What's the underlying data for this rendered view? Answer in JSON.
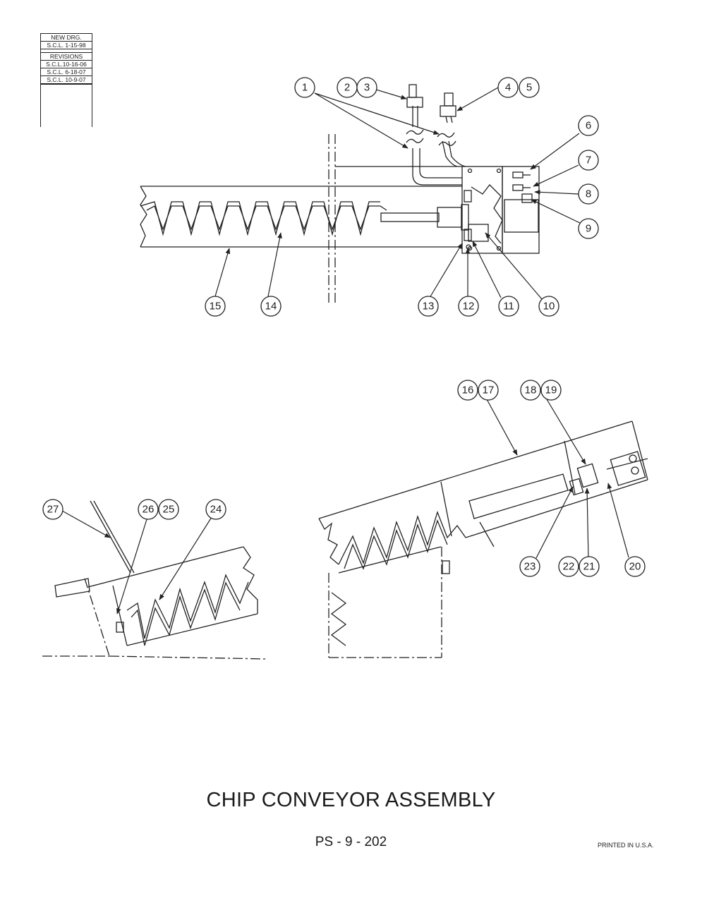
{
  "revision_block": {
    "new_drg_label": "NEW DRG.",
    "new_drg_date": "S.C.L. 1-15-98",
    "revisions_label": "REVISIONS",
    "rev_1": "S.C.L.10-16-06",
    "rev_2": "S.C.L. 6-18-07",
    "rev_3": "S.C.L. 10-9-07"
  },
  "callouts": {
    "c1": "1",
    "c2": "2",
    "c3": "3",
    "c4": "4",
    "c5": "5",
    "c6": "6",
    "c7": "7",
    "c8": "8",
    "c9": "9",
    "c10": "10",
    "c11": "11",
    "c12": "12",
    "c13": "13",
    "c14": "14",
    "c15": "15",
    "c16": "16",
    "c17": "17",
    "c18": "18",
    "c19": "19",
    "c20": "20",
    "c21": "21",
    "c22": "22",
    "c23": "23",
    "c24": "24",
    "c25": "25",
    "c26": "26",
    "c27": "27"
  },
  "title": "CHIP CONVEYOR ASSEMBLY",
  "page_number": "PS - 9 - 202",
  "printed_note": "PRINTED IN U.S.A."
}
